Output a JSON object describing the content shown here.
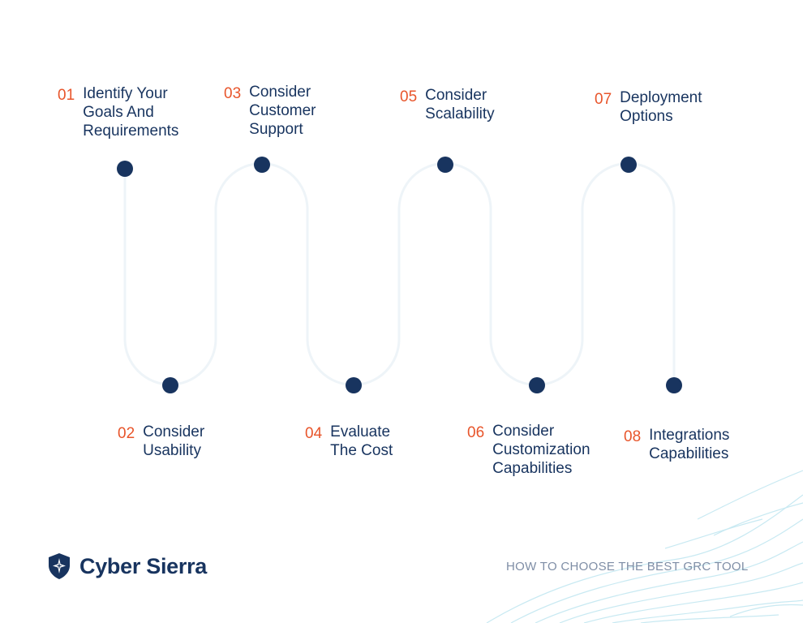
{
  "colors": {
    "accent_number": "#e8552b",
    "title_text": "#18345f",
    "node_fill": "#18345f",
    "path_stroke": "#eef4f8",
    "footer_text": "#7f8ea6",
    "contour_lines": "#bfe6f0"
  },
  "steps": [
    {
      "number": "01",
      "title": "Identify Your\nGoals And\nRequirements"
    },
    {
      "number": "02",
      "title": "Consider\nUsability"
    },
    {
      "number": "03",
      "title": "Consider\nCustomer\nSupport"
    },
    {
      "number": "04",
      "title": "Evaluate\nThe Cost"
    },
    {
      "number": "05",
      "title": "Consider\nScalability"
    },
    {
      "number": "06",
      "title": "Consider\nCustomization\nCapabilities"
    },
    {
      "number": "07",
      "title": "Deployment\nOptions"
    },
    {
      "number": "08",
      "title": "Integrations\nCapabilities"
    }
  ],
  "brand": {
    "name": "Cyber Sierra",
    "icon": "shield-star-icon"
  },
  "footer": {
    "title": "HOW TO CHOOSE THE BEST GRC TOOL"
  }
}
